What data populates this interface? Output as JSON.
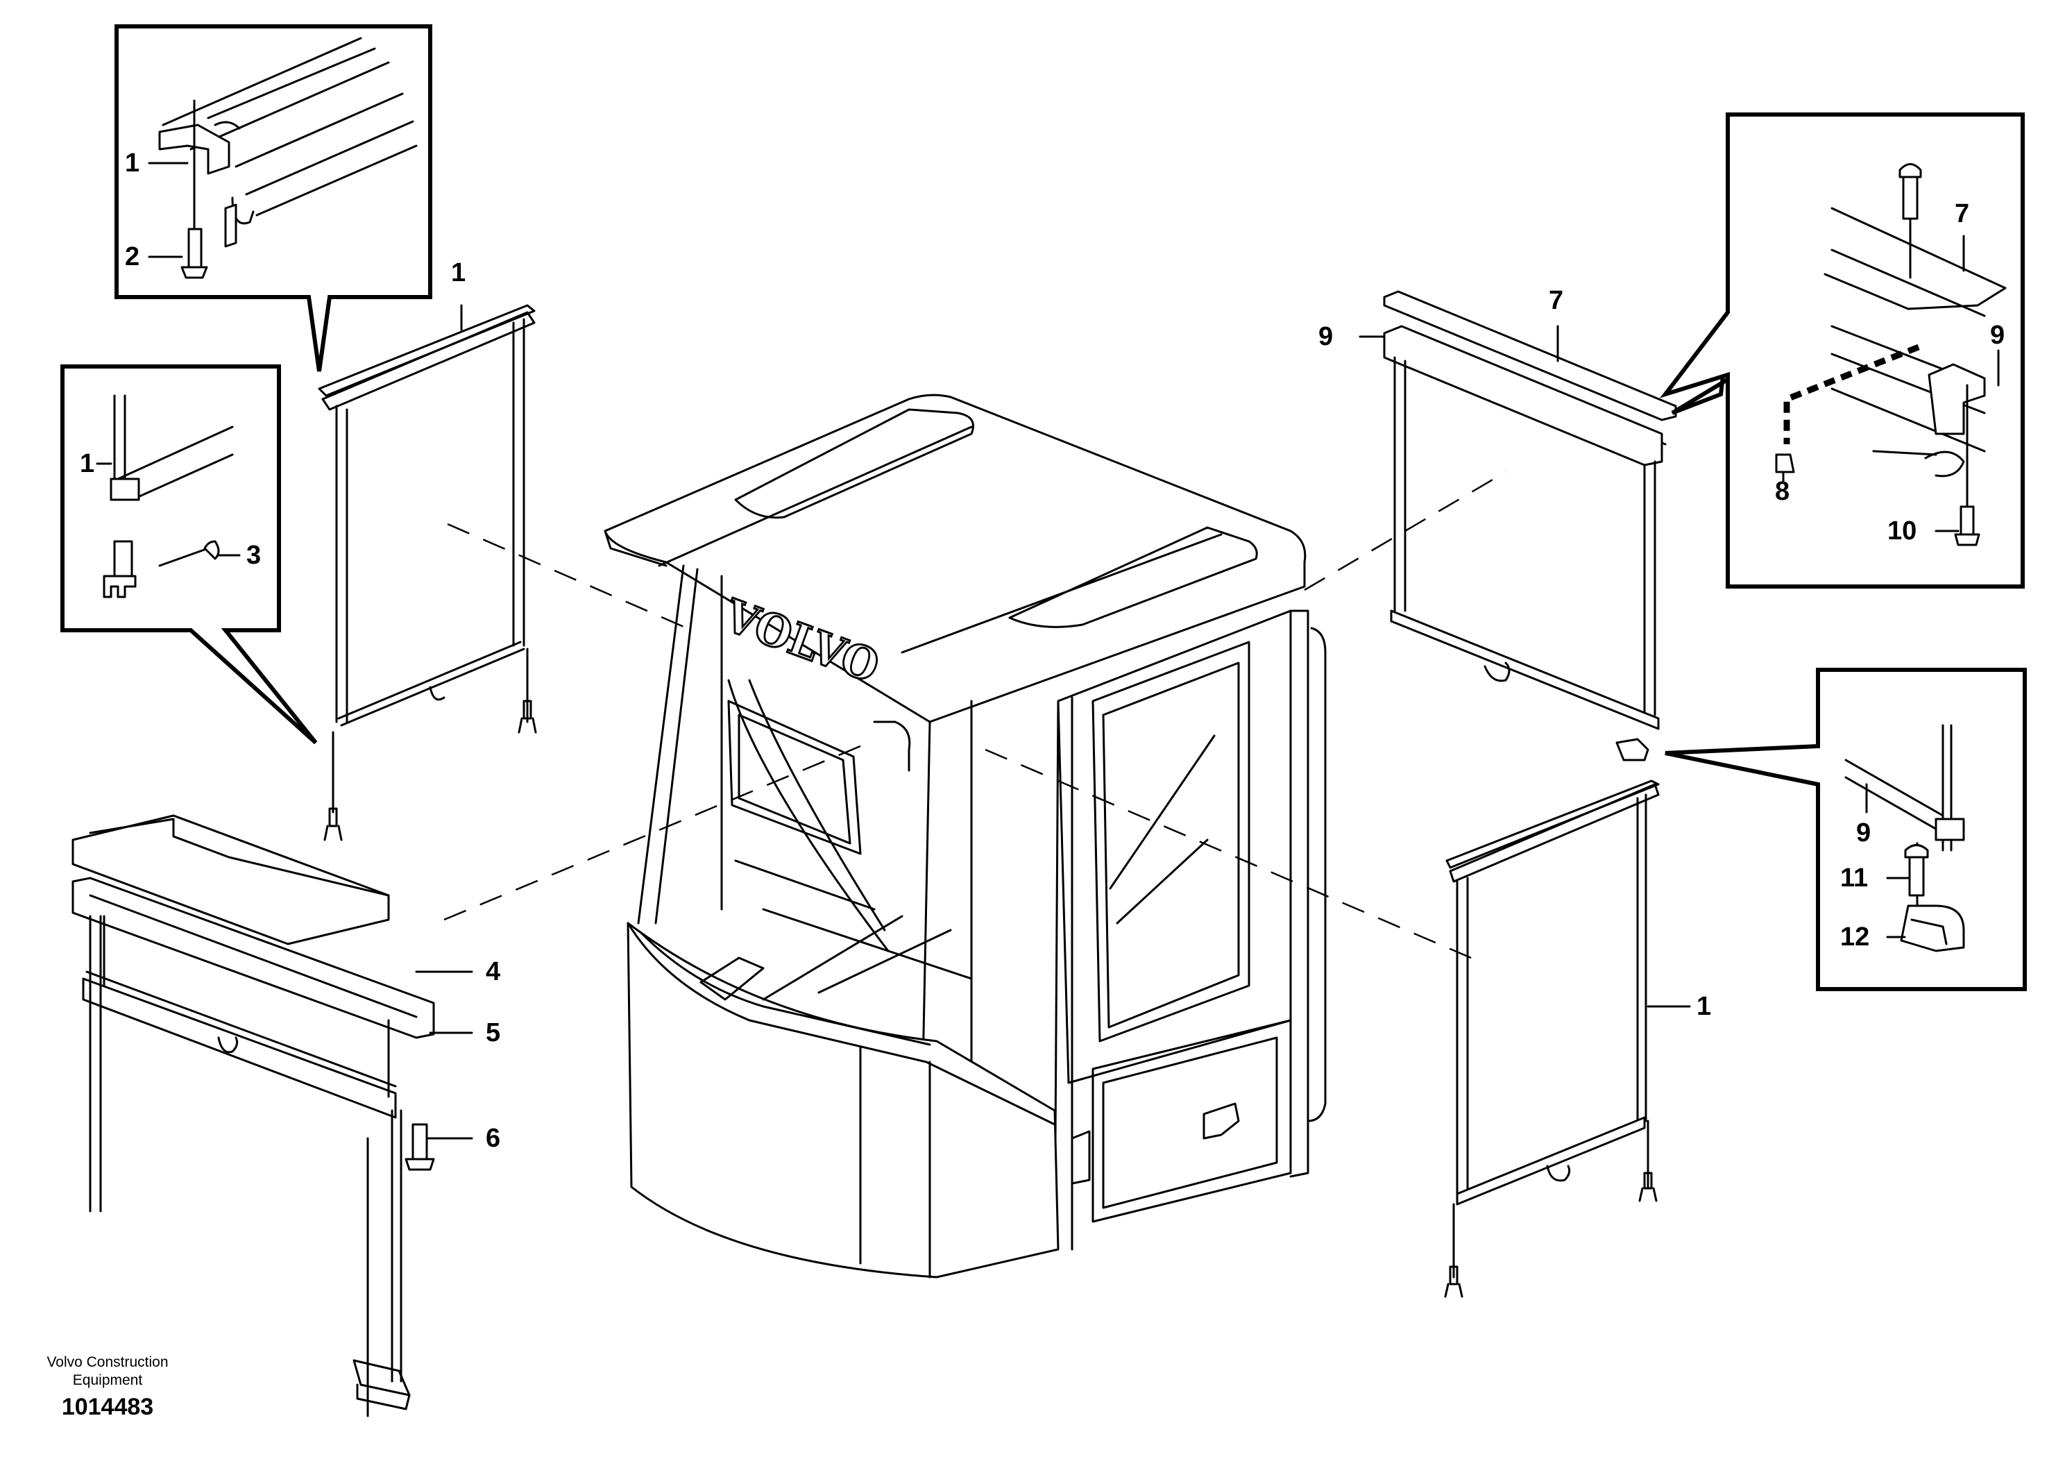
{
  "figure": {
    "cab_brand_text": "VOLVO",
    "company": "Volvo Construction Equipment",
    "drawing_number": "1014483"
  },
  "callouts": {
    "detail_top_left": {
      "p1": "1",
      "p2": "2"
    },
    "detail_left": {
      "p1": "1",
      "p3": "3"
    },
    "left_roller_blind": {
      "p1": "1"
    },
    "front_roller_blind": {
      "p4": "4",
      "p5": "5",
      "p6": "6"
    },
    "rear_roller_blind": {
      "p7": "7",
      "p9": "9"
    },
    "detail_top_right": {
      "p7": "7",
      "p9": "9",
      "p8": "8",
      "p10": "10"
    },
    "right_roller_blind": {
      "p1": "1"
    },
    "detail_right": {
      "p9": "9",
      "p11": "11",
      "p12": "12"
    }
  }
}
